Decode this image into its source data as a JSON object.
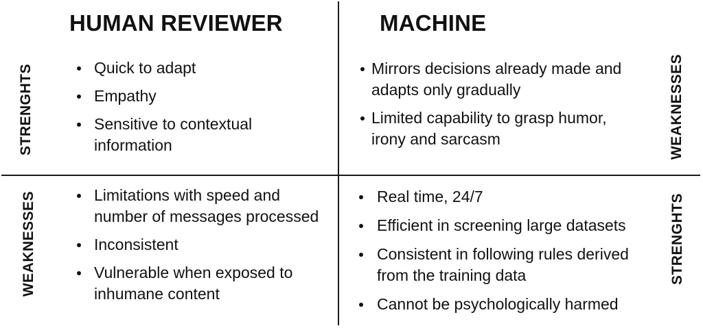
{
  "columns": {
    "left": {
      "title": "HUMAN REVIEWER"
    },
    "right": {
      "title": "MACHINE"
    }
  },
  "quadrants": {
    "top_left": {
      "side_label": "STRENGHTS",
      "items": [
        {
          "lines": [
            "Quick to adapt"
          ]
        },
        {
          "lines": [
            "Empathy"
          ]
        },
        {
          "lines": [
            "Sensitive to contextual",
            "information"
          ]
        }
      ]
    },
    "top_right": {
      "side_label": "WEAKNESSES",
      "items": [
        {
          "lines": [
            "Mirrors decisions already made and",
            "adapts only gradually"
          ]
        },
        {
          "lines": [
            "Limited capability to grasp humor,",
            "irony and sarcasm"
          ]
        }
      ]
    },
    "bottom_left": {
      "side_label": "WEAKNESSES",
      "items": [
        {
          "lines": [
            "Limitations with speed and",
            "number of messages processed"
          ]
        },
        {
          "lines": [
            "Inconsistent"
          ]
        },
        {
          "lines": [
            "Vulnerable when exposed to",
            "inhumane content"
          ]
        }
      ]
    },
    "bottom_right": {
      "side_label": "STRENGHTS",
      "items": [
        {
          "lines": [
            "Real time, 24/7"
          ]
        },
        {
          "lines": [
            "Efficient in screening large datasets"
          ]
        },
        {
          "lines": [
            "Consistent in following rules derived",
            "from the training data"
          ]
        },
        {
          "lines": [
            "Cannot be psychologically harmed"
          ]
        }
      ]
    }
  },
  "colors": {
    "text": "#111111",
    "lines": "#1a1a1a",
    "background": "#ffffff"
  }
}
